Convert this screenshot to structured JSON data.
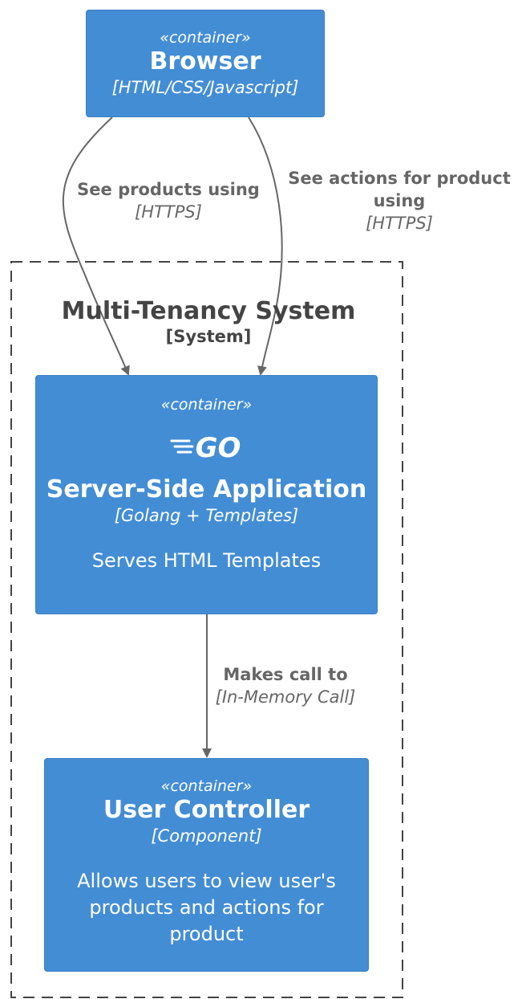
{
  "browser": {
    "stereotype": "«container»",
    "name": "Browser",
    "technology": "[HTML/CSS/Javascript]"
  },
  "boundary": {
    "name": "Multi-Tenancy System",
    "type": "[System]"
  },
  "server_app": {
    "stereotype": "«container»",
    "logo_text": "GO",
    "name": "Server-Side Application",
    "technology": "[Golang + Templates]",
    "description": "Serves HTML Templates"
  },
  "user_controller": {
    "stereotype": "«container»",
    "name": "User Controller",
    "technology": "[Component]",
    "description_lines": [
      "Allows users to view user's",
      "products and actions for",
      "product"
    ]
  },
  "relations": [
    {
      "label_lines": [
        "See products using"
      ],
      "technology": "[HTTPS]"
    },
    {
      "label_lines": [
        "See actions for product",
        "using"
      ],
      "technology": "[HTTPS]"
    },
    {
      "label_lines": [
        "Makes call to"
      ],
      "technology": "[In-Memory Call]"
    }
  ],
  "colors": {
    "container_fill": "#438dd5",
    "container_text": "#ffffff",
    "arrow": "#666666",
    "boundary_stroke": "#444444"
  }
}
